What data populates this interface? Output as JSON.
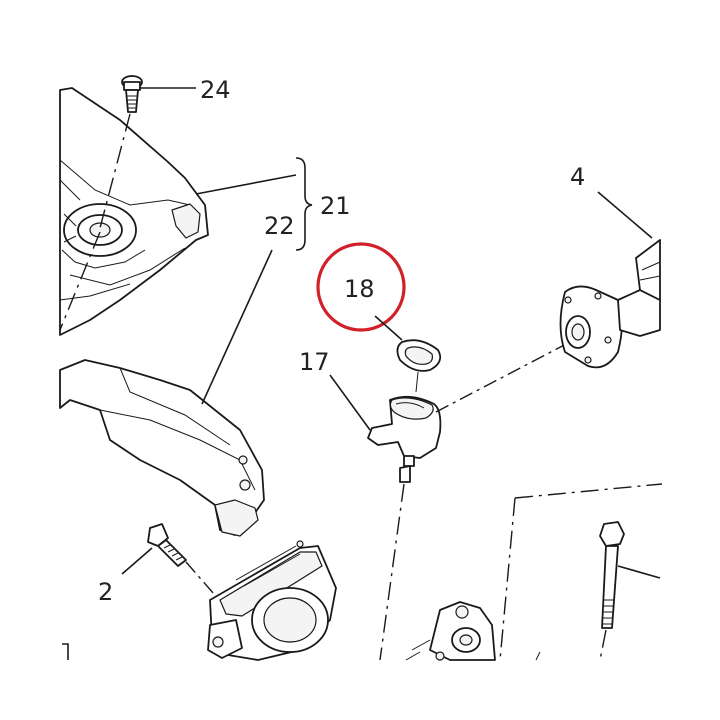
{
  "callouts": {
    "c24": "24",
    "c21": "21",
    "c22": "22",
    "c18": "18",
    "c17": "17",
    "c4": "4",
    "c2": "2"
  },
  "highlight": {
    "target": "18",
    "color": "#d0202a"
  }
}
